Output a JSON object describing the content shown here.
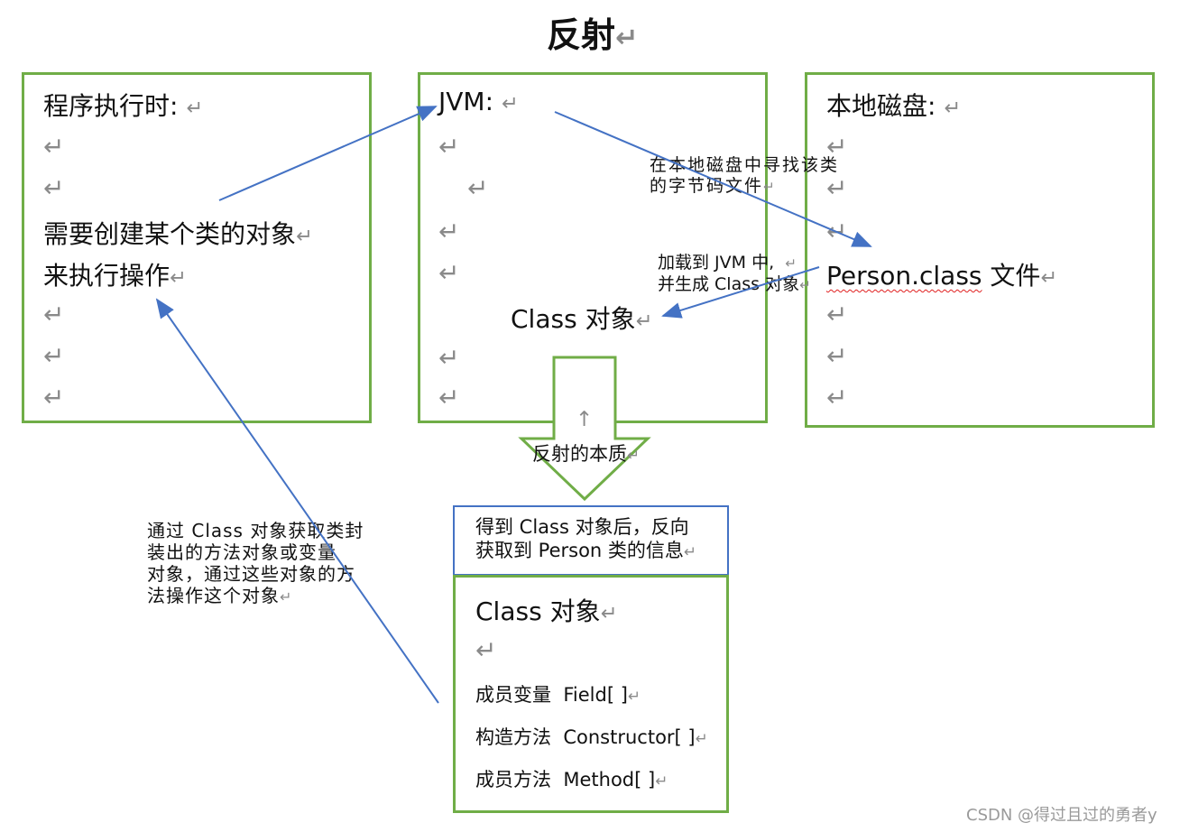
{
  "title": "反射",
  "paragraph_mark": "↵",
  "left_box": {
    "heading": "程序执行时:",
    "line1": "需要创建某个类的对象",
    "line2": "来执行操作"
  },
  "middle_box": {
    "heading": "JVM:",
    "class_object": "Class 对象"
  },
  "right_box": {
    "heading": "本地磁盘:",
    "file": "Person.class",
    "file_suffix": " 文件"
  },
  "annotations": {
    "find_bytecode_line1": "在本地磁盘中寻找该类",
    "find_bytecode_line2": "的字节码文件",
    "load_line1": "加载到 JVM 中,",
    "load_line2": "并生成 Class 对象",
    "essence": "反射的本质",
    "essence_mark": "↑",
    "reverse_line1": "得到 Class 对象后，反向",
    "reverse_line2": "获取到 Person 类的信息",
    "operate_line1": "通过 Class 对象获取类封",
    "operate_line2": "装出的方法对象或变量",
    "operate_line3": "对象，通过这些对象的方",
    "operate_line4": "法操作这个对象"
  },
  "class_box": {
    "heading": "Class 对象",
    "members": [
      {
        "label": "成员变量",
        "type": "Field[ ]"
      },
      {
        "label": "构造方法",
        "type": "Constructor[ ]"
      },
      {
        "label": "成员方法",
        "type": "Method[ ]"
      }
    ]
  },
  "colors": {
    "box_border": "#70ad47",
    "arrow": "#4472c4",
    "spellcheck": "#e02020"
  },
  "watermark": "CSDN @得过且过的勇者y"
}
